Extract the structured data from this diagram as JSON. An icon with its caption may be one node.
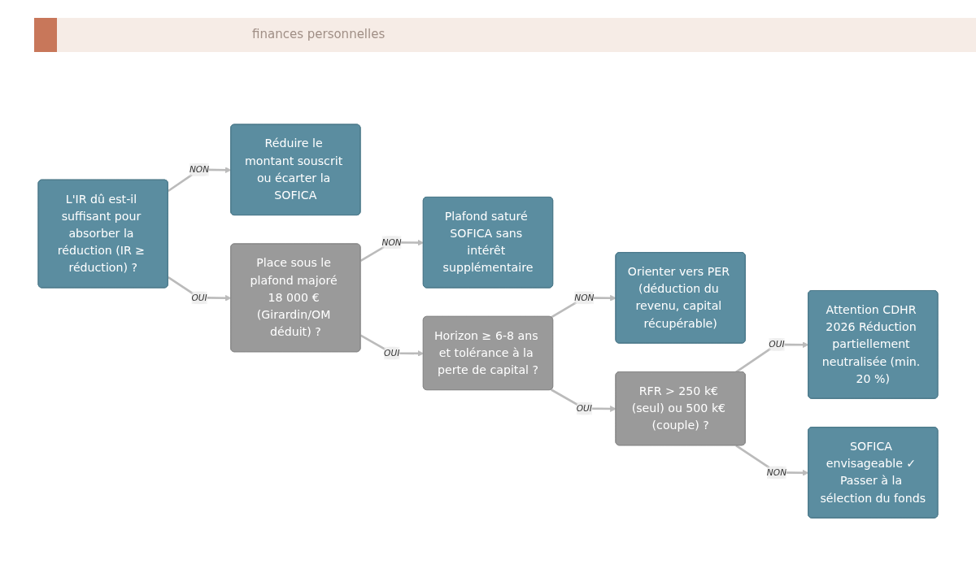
{
  "diagram": {
    "nodes": [
      {
        "text": [
          "L'IR dû est-il suffisant pour absorber la réduction (IR ≥ réduction) ?"
        ]
      },
      {
        "text": [
          "Réduire le montant souscrit ou écarter la SOFICA"
        ]
      },
      {
        "text": [
          "Place sous le plafond majoré 18 000 € (Girardin/OM déduit) ?"
        ]
      },
      {
        "text": [
          "Plafond saturé SOFICA sans intérêt supplémentaire"
        ]
      },
      {
        "text": [
          "Horizon ≥ 6-8 ans et tolérance à la perte de capital ?"
        ]
      },
      {
        "text": [
          "Orienter vers PER (déduction du revenu, capital récupérable)"
        ]
      },
      {
        "text": [
          "RFR > 250 k€ (seul) ou 500 k€ (couple) ?"
        ]
      },
      {
        "text": [
          "Attention CDHR 2026 Réduction partiellement neutralisée (min. 20 %)"
        ]
      },
      {
        "text": [
          "SOFICA envisageable ✓ Passer à la sélection du fonds"
        ]
      }
    ],
    "edges": [
      {
        "from": 0,
        "to": 1,
        "label": "NON",
        "arrow": "to"
      },
      {
        "from": 0,
        "to": 2,
        "label": "OUI",
        "arrow": "to"
      },
      {
        "from": 2,
        "to": 3,
        "label": "NON",
        "arrow": "to"
      },
      {
        "from": 2,
        "to": 4,
        "label": "OUI",
        "arrow": "to"
      },
      {
        "from": 4,
        "to": 5,
        "label": "NON",
        "arrow": "to"
      },
      {
        "from": 4,
        "to": 6,
        "label": "OUI",
        "arrow": "to"
      },
      {
        "from": 6,
        "to": 7,
        "label": "OUI",
        "arrow": "to"
      },
      {
        "from": 6,
        "to": 8,
        "label": "NON",
        "arrow": "to"
      }
    ],
    "labels": [
      "finances personnelles"
    ]
  }
}
